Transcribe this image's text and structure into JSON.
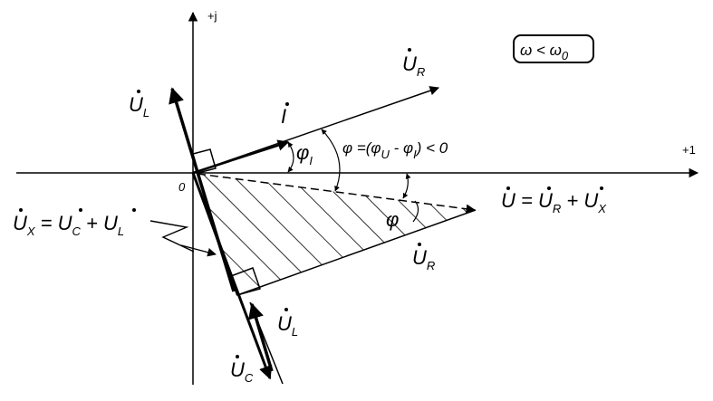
{
  "axes": {
    "imag_label": "+j",
    "real_label": "+1",
    "origin_label": "0"
  },
  "condition": {
    "text": "ω < ω",
    "sub": "0"
  },
  "vectors": {
    "ur_main": {
      "main": "U",
      "sub": "R"
    },
    "current": {
      "main": "I"
    },
    "ul_top": {
      "main": "U",
      "sub": "L"
    },
    "ul_bottom": {
      "main": "U",
      "sub": "L"
    },
    "uc": {
      "main": "U",
      "sub": "C"
    },
    "ur_lower": {
      "main": "U",
      "sub": "R"
    }
  },
  "angles": {
    "phi_i": {
      "main": "φ",
      "sub": "I"
    },
    "phi_lower": {
      "main": "φ"
    },
    "phi_formula": {
      "a": "φ =(φ",
      "b": "U",
      "c": " - φ",
      "d": "I",
      "e": ") < 0"
    }
  },
  "equations": {
    "u_total": {
      "lhs": "U",
      "eq": " = ",
      "t1": "U",
      "t1sub": "R",
      "plus": " + ",
      "t2": "U",
      "t2sub": "X"
    },
    "ux_def": {
      "lhs": "U",
      "lhssub": "X",
      "eq": " = ",
      "t1": "U",
      "t1sub": "C",
      "plus": " + ",
      "t2": "U",
      "t2sub": "L"
    }
  }
}
